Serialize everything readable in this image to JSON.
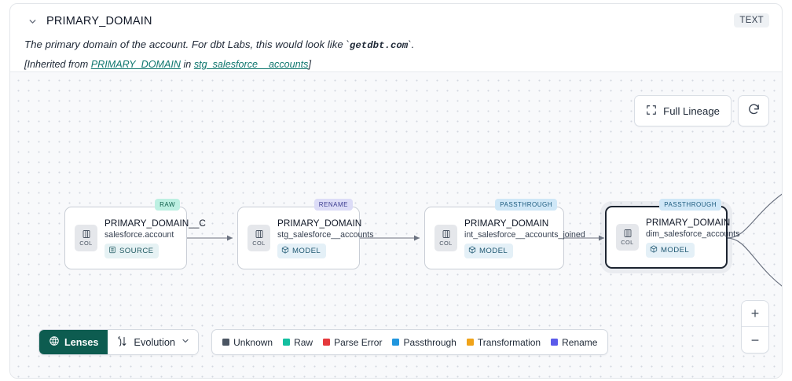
{
  "header": {
    "chevron_icon": "chevron-down-icon",
    "title": "PRIMARY_DOMAIN",
    "type_badge": "TEXT",
    "description_pre": "The primary domain of the account. For dbt Labs, this would look like `",
    "description_code": "getdbt.com",
    "description_post": "`.",
    "inherit_prefix": "[Inherited from ",
    "inherit_link_1": "PRIMARY_DOMAIN",
    "inherit_middle": " in ",
    "inherit_link_2": "stg_salesforce__accounts",
    "inherit_suffix": "]"
  },
  "canvas": {
    "full_lineage_label": "Full Lineage",
    "full_lineage_icon": "expand-frame-icon",
    "refresh_icon": "refresh-icon",
    "zoom_in_label": "+",
    "zoom_out_label": "−",
    "nodes": [
      {
        "badge": "RAW",
        "badge_type": "raw",
        "chip_label": "COL",
        "chip_icon": "column-icon",
        "title": "PRIMARY_DOMAIN__C",
        "subtitle": "salesforce.account",
        "kind": "SOURCE",
        "kind_icon": "database-icon",
        "selected": false
      },
      {
        "badge": "RENAME",
        "badge_type": "rename",
        "chip_label": "COL",
        "chip_icon": "column-icon",
        "title": "PRIMARY_DOMAIN",
        "subtitle": "stg_salesforce__accounts",
        "kind": "MODEL",
        "kind_icon": "cube-icon",
        "selected": false
      },
      {
        "badge": "PASSTHROUGH",
        "badge_type": "passthrough",
        "chip_label": "COL",
        "chip_icon": "column-icon",
        "title": "PRIMARY_DOMAIN",
        "subtitle": "int_salesforce__accounts_joined",
        "kind": "MODEL",
        "kind_icon": "cube-icon",
        "selected": false
      },
      {
        "badge": "PASSTHROUGH",
        "badge_type": "passthrough",
        "chip_label": "COL",
        "chip_icon": "column-icon",
        "title": "PRIMARY_DOMAIN",
        "subtitle": "dim_salesforce_accounts",
        "kind": "MODEL",
        "kind_icon": "cube-icon",
        "selected": true
      }
    ]
  },
  "bottom": {
    "lenses_label": "Lenses",
    "lenses_icon": "lens-icon",
    "evolution_label": "Evolution",
    "evolution_icon": "evolution-icon",
    "evolution_chevron": "chevron-down-icon",
    "legend": [
      {
        "label": "Unknown",
        "color": "#4b5563"
      },
      {
        "label": "Raw",
        "color": "#13bfa0"
      },
      {
        "label": "Parse Error",
        "color": "#e5393c"
      },
      {
        "label": "Passthrough",
        "color": "#2196de"
      },
      {
        "label": "Transformation",
        "color": "#f0a319"
      },
      {
        "label": "Rename",
        "color": "#5b5bea"
      }
    ]
  }
}
